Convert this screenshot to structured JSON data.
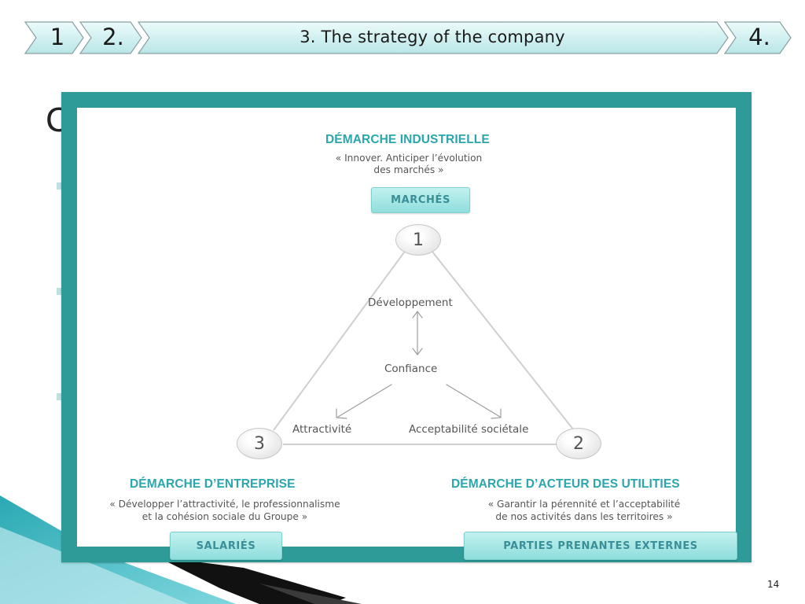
{
  "nav": {
    "items": [
      {
        "label": "1"
      },
      {
        "label": "2."
      },
      {
        "label": "3. The strategy of the company"
      },
      {
        "label": "4."
      }
    ]
  },
  "slide": {
    "partial_title": "C",
    "page_number": "14"
  },
  "diagram": {
    "top": {
      "heading": "DÉMARCHE INDUSTRIELLE",
      "quote_line1": "« Innover. Anticiper l’évolution",
      "quote_line2": "des marchés »",
      "button": "MARCHÉS"
    },
    "left": {
      "heading": "DÉMARCHE D’ENTREPRISE",
      "quote_line1": "« Développer l’attractivité, le professionnalisme",
      "quote_line2": "et la cohésion sociale du Groupe »",
      "button": "SALARIÉS"
    },
    "right": {
      "heading": "DÉMARCHE D’ACTEUR DES UTILITIES",
      "quote_line1": "« Garantir la pérennité et l’acceptabilité",
      "quote_line2": "de nos activités dans les territoires »",
      "button": "PARTIES PRENANTES EXTERNES"
    },
    "nodes": [
      "1",
      "2",
      "3"
    ],
    "center": {
      "developpement": "Développement",
      "confiance": "Confiance",
      "attractivite": "Attractivité",
      "acceptabilite": "Acceptabilité sociétale"
    }
  },
  "colors": {
    "panel_border": "#2e9b99",
    "heading": "#2aa6ad",
    "button_fill": "#a8e8e6",
    "nav_fill": "#cfeff0"
  }
}
